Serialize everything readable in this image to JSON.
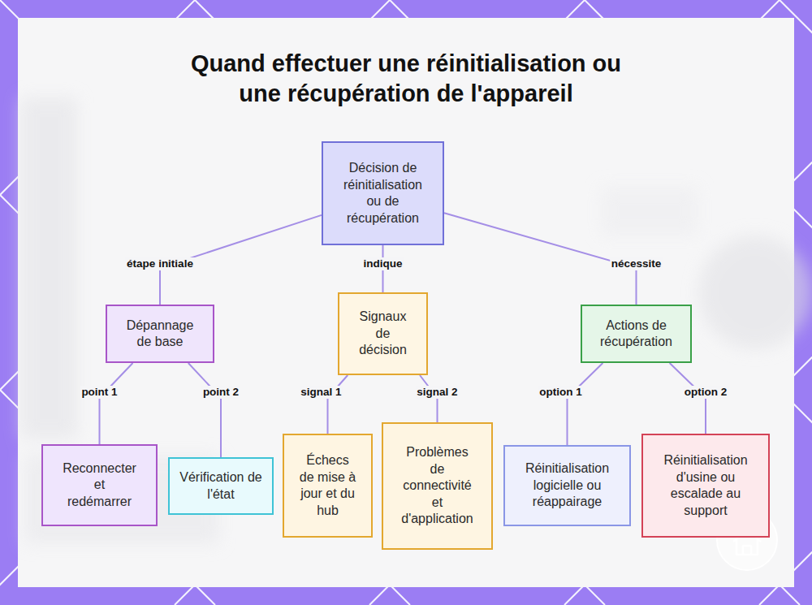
{
  "diagram": {
    "title": "Quand effectuer une réinitialisation ou une récupération de l'appareil",
    "nodes": [
      {
        "text": [
          "Décision de réinitialisation ou de récupération"
        ]
      },
      {
        "text": [
          "Dépannage de base"
        ]
      },
      {
        "text": [
          "Signaux de décision"
        ]
      },
      {
        "text": [
          "Actions de récupération"
        ]
      },
      {
        "text": [
          "Reconnecter et redémarrer"
        ]
      },
      {
        "text": [
          "Vérification de l'état"
        ]
      },
      {
        "text": [
          "Échecs de mise à jour et du hub"
        ]
      },
      {
        "text": [
          "Problèmes de connectivité et d'application"
        ]
      },
      {
        "text": [
          "Réinitialisation logicielle ou réappairage"
        ]
      },
      {
        "text": [
          "Réinitialisation d'usine ou escalade au support"
        ]
      }
    ],
    "edges": [
      {
        "from": 0,
        "to": 1,
        "label": "étape initiale",
        "arrow": "none"
      },
      {
        "from": 0,
        "to": 2,
        "label": "indique",
        "arrow": "none"
      },
      {
        "from": 0,
        "to": 3,
        "label": "nécessite",
        "arrow": "none"
      },
      {
        "from": 1,
        "to": 4,
        "label": "point 1",
        "arrow": "none"
      },
      {
        "from": 1,
        "to": 5,
        "label": "point 2",
        "arrow": "none"
      },
      {
        "from": 2,
        "to": 6,
        "label": "signal 1",
        "arrow": "none"
      },
      {
        "from": 2,
        "to": 7,
        "label": "signal 2",
        "arrow": "none"
      },
      {
        "from": 3,
        "to": 8,
        "label": "option 1",
        "arrow": "none"
      },
      {
        "from": 3,
        "to": 9,
        "label": "option 2",
        "arrow": "none"
      }
    ]
  }
}
